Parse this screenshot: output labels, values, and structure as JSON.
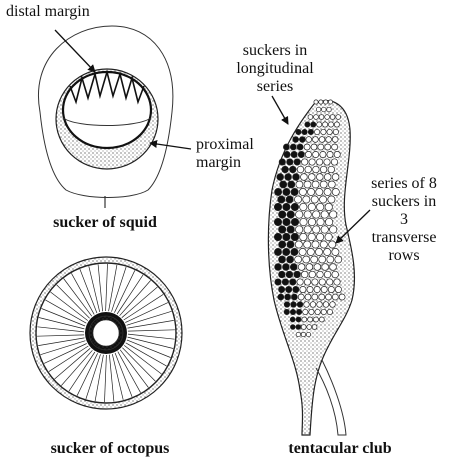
{
  "labels": {
    "distal_margin": "distal margin",
    "proximal_margin": [
      "proximal",
      "margin"
    ],
    "longitudinal_series": [
      "suckers in",
      "longitudinal",
      "series"
    ],
    "transverse_rows": [
      "series of 8",
      "suckers in",
      "3",
      "transverse",
      "rows"
    ]
  },
  "captions": {
    "squid": "sucker of squid",
    "octopus": "sucker of octopus",
    "club": "tentacular club"
  }
}
